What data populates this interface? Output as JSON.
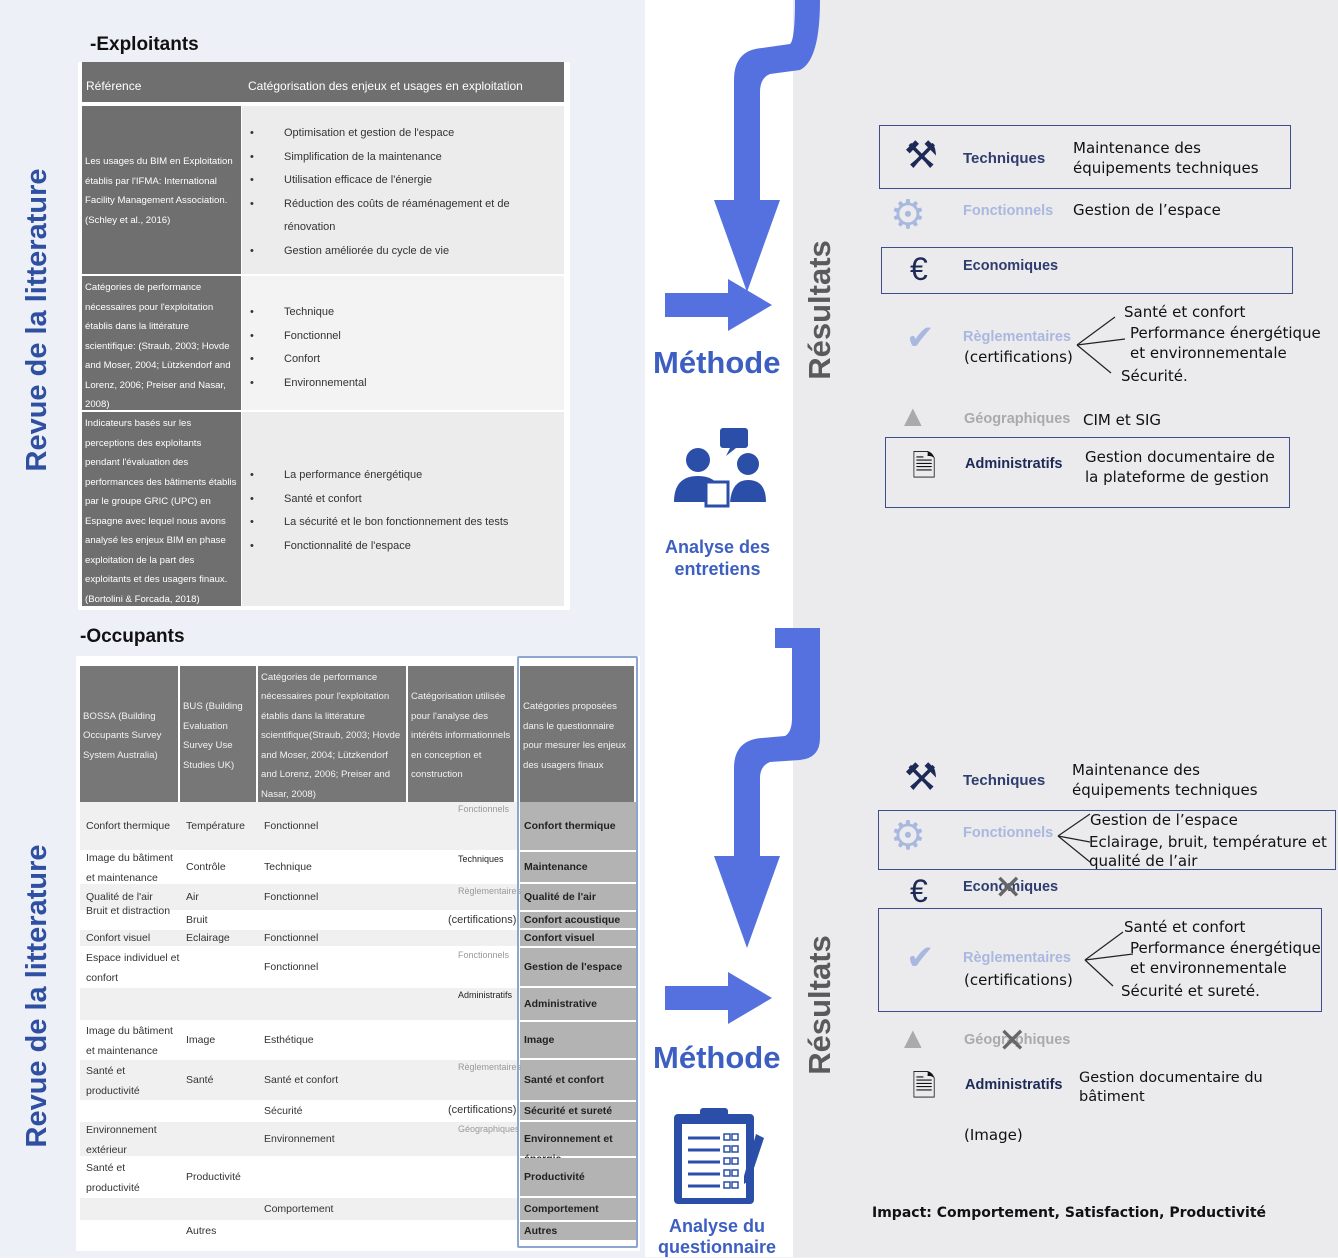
{
  "lit_title": "Revue de la litterature",
  "results_title": "Résultats",
  "method_title": "Méthode",
  "exploitants": {
    "heading": "-Exploitants",
    "col1": "Référence",
    "col2": "Catégorisation des enjeux et usages en exploitation",
    "rows": [
      {
        "ref": "Les usages du BIM en Exploitation établis par l'IFMA: International Facility Management Association. (Schley et al., 2016)",
        "items": [
          "Optimisation et gestion de l'espace",
          "Simplification de la maintenance",
          "Utilisation efficace de l'énergie",
          "Réduction des coûts de réaménagement et de rénovation",
          "Gestion améliorée du cycle de vie"
        ]
      },
      {
        "ref": "Catégories de performance nécessaires pour l'exploitation établis dans la littérature scientifique: (Straub, 2003; Hovde and Moser, 2004; Lützkendorf and Lorenz, 2006; Preiser and Nasar, 2008)",
        "items": [
          "Technique",
          "Fonctionnel",
          "Confort",
          "Environnemental"
        ]
      },
      {
        "ref": "Indicateurs basés sur les perceptions des exploitants pendant l'évaluation des performances des bâtiments établis par le groupe GRIC (UPC) en Espagne avec lequel nous avons analysé les enjeux BIM en phase exploitation de la part des exploitants et des usagers finaux. (Bortolini & Forcada, 2018)",
        "items": [
          "La performance énergétique",
          "Santé et confort",
          "La sécurité et le bon fonctionnement des tests",
          "Fonctionnalité de l'espace"
        ]
      }
    ]
  },
  "occupants": {
    "heading": "-Occupants",
    "headers": [
      "BOSSA (Building Occupants Survey System Australia)",
      "BUS (Building Evaluation Survey Use Studies UK)",
      "Catégories de performance nécessaires pour l'exploitation établis dans la littérature scientifique(Straub, 2003; Hovde and Moser, 2004; Lützkendorf and Lorenz, 2006; Preiser and Nasar, 2008)",
      "Catégorisation utilisée pour l'analyse des intérêts informationnels en conception et construction",
      "Catégories proposées dans le questionnaire pour mesurer les enjeux des usagers finaux"
    ],
    "rows": [
      [
        "Confort thermique",
        "Température",
        "Fonctionnel",
        "Fonctionnels",
        "Confort thermique"
      ],
      [
        "Image du bâtiment et maintenance",
        "Contrôle",
        "Technique",
        "Techniques",
        "Maintenance"
      ],
      [
        "Qualité de l'air",
        "Air",
        "Fonctionnel",
        "Règlementaires",
        "Qualité de l'air"
      ],
      [
        "Bruit et distraction",
        "Bruit",
        "",
        "(certifications)",
        "Confort acoustique"
      ],
      [
        "Confort visuel",
        "Eclairage",
        "Fonctionnel",
        "",
        "Confort visuel"
      ],
      [
        "Espace individuel et confort",
        "",
        "Fonctionnel",
        "Fonctionnels",
        "Gestion de l'espace"
      ],
      [
        "",
        "",
        "",
        "Administratifs",
        "Administrative"
      ],
      [
        "Image du bâtiment et maintenance",
        "Image",
        "Esthétique",
        "",
        "Image"
      ],
      [
        "Santé et productivité",
        "Santé",
        "Santé et confort",
        "Règlementaires",
        "Santé et confort"
      ],
      [
        "",
        "",
        "Sécurité",
        "(certifications)",
        "Sécurité et sureté"
      ],
      [
        "Environnement extérieur",
        "",
        "Environnement",
        "Géographiques",
        "Environnement et énergie"
      ],
      [
        "Santé et productivité",
        "Productivité",
        "",
        "",
        "Productivité"
      ],
      [
        "",
        "",
        "Comportement",
        "",
        "Comportement"
      ],
      [
        "",
        "Autres",
        "",
        "",
        "Autres"
      ]
    ]
  },
  "analysis1": "Analyse des entretiens",
  "analysis2": "Analyse du questionnaire",
  "results1": {
    "techniques": "Techniques",
    "techniques_desc": "Maintenance des équipements techniques",
    "fonctionnels": "Fonctionnels",
    "fonctionnels_desc": "Gestion de l’espace",
    "economiques": "Economiques",
    "reglementaires": "Règlementaires",
    "certifications": "(certifications)",
    "regl_items": [
      "Santé et confort",
      "Performance énergétique",
      "et environnementale",
      "Sécurité."
    ],
    "geographiques": "Géographiques",
    "geo_desc": "CIM et SIG",
    "administratifs": "Administratifs",
    "admin_desc": "Gestion documentaire de la plateforme de gestion"
  },
  "results2": {
    "techniques": "Techniques",
    "techniques_desc": "Maintenance des équipements techniques",
    "fonctionnels": "Fonctionnels",
    "fonct_items": [
      "Gestion de l’espace",
      "Eclairage, bruit, température et",
      "qualité de l’air"
    ],
    "economiques": "Economiques",
    "reglementaires": "Règlementaires",
    "certifications": "(certifications)",
    "regl_items": [
      "Santé et confort",
      "Performance énergétique",
      "et environnementale",
      "Sécurité et sureté."
    ],
    "geographiques": "Géographiques",
    "administratifs": "Administratifs",
    "admin_desc": "Gestion documentaire du bâtiment",
    "image": "(Image)",
    "impact": "Impact: Comportement, Satisfaction, Productivité"
  }
}
